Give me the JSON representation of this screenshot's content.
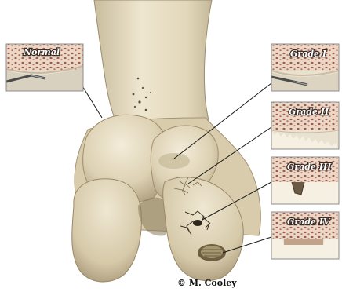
{
  "figure": {
    "labels": {
      "normal": "Normal",
      "grade_1": "Grade I",
      "grade_2": "Grade II",
      "grade_3": "Grade III",
      "grade_4": "Grade IV"
    },
    "credit": "© M. Cooley"
  },
  "colors": {
    "bone": "#e6dcc0",
    "bone_shadow": "#b8a986",
    "cartilage": "#f7f1e4",
    "marrow": "#a8524a",
    "leader": "#1a1a1a",
    "inset_border": "#8c8c8c"
  }
}
